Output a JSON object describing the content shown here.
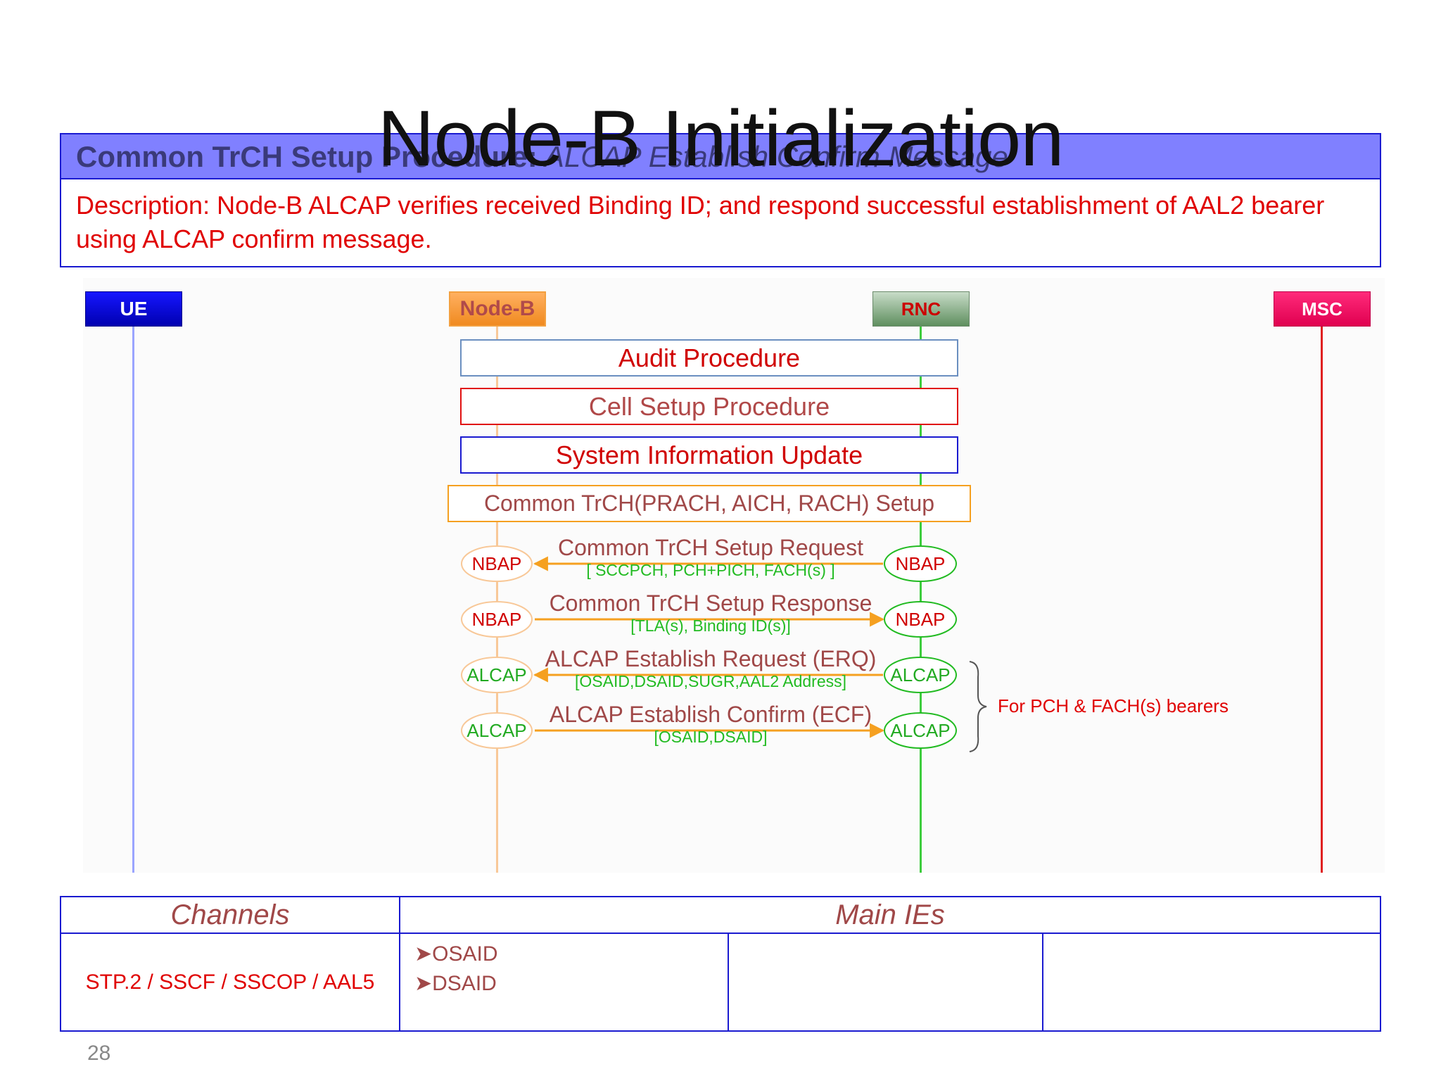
{
  "title": "Node-B Initialization",
  "header": {
    "procedure": "Common TrCH Setup Procedure:",
    "message": " ALCAP Establish Confirm Message"
  },
  "description": "Description: Node-B ALCAP verifies received Binding ID; and respond successful establishment of AAL2 bearer using ALCAP confirm message.",
  "entities": {
    "ue": "UE",
    "nodeb": "Node-B",
    "rnc": "RNC",
    "msc": "MSC"
  },
  "procedures": {
    "audit": "Audit Procedure",
    "cell_setup": "Cell Setup Procedure",
    "system_info": "System Information Update",
    "common_trch": "Common TrCH(PRACH, AICH, RACH) Setup"
  },
  "messages": [
    {
      "name": "Common TrCH Setup Request",
      "ies": "[ SCCPCH, PCH+PICH, FACH(s) ]",
      "protocol": "NBAP",
      "direction": "rnc-to-nodeb"
    },
    {
      "name": "Common TrCH Setup Response",
      "ies": "[TLA(s), Binding ID(s)]",
      "protocol": "NBAP",
      "direction": "nodeb-to-rnc"
    },
    {
      "name": "ALCAP Establish Request (ERQ)",
      "ies": "[OSAID,DSAID,SUGR,AAL2 Address]",
      "protocol": "ALCAP",
      "direction": "rnc-to-nodeb"
    },
    {
      "name": "ALCAP Establish Confirm (ECF)",
      "ies": "[OSAID,DSAID]",
      "protocol": "ALCAP",
      "direction": "nodeb-to-rnc"
    }
  ],
  "bracket_note": "For PCH & FACH(s) bearers",
  "table": {
    "col_channels": "Channels",
    "col_main_ies": "Main IEs",
    "channels_value": "STP.2 / SSCF / SSCOP / AAL5",
    "main_ies": [
      "OSAID",
      "DSAID"
    ]
  },
  "page_number": "28",
  "colors": {
    "header_bar": "#8080ff",
    "border_blue": "#1a1ad0",
    "desc_red": "#e00000",
    "arrow_orange": "#f5a020",
    "rnc_green": "#22bb22"
  }
}
